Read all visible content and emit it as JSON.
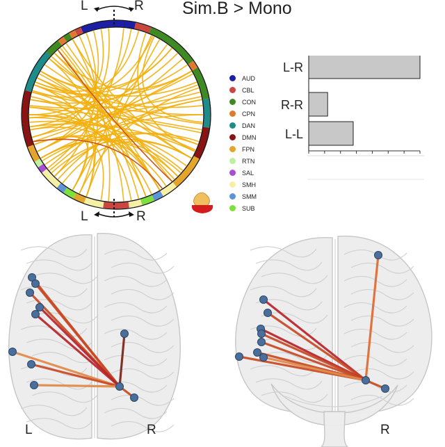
{
  "title": "Sim.B > Mono",
  "circle": {
    "top_left_label": "L",
    "top_right_label": "R",
    "bottom_left_label": "L",
    "bottom_right_label": "R"
  },
  "legend": [
    {
      "label": "AUD",
      "color": "#1c1fa6"
    },
    {
      "label": "CBL",
      "color": "#c9473f"
    },
    {
      "label": "CON",
      "color": "#3f8a22"
    },
    {
      "label": "CPN",
      "color": "#e07a33"
    },
    {
      "label": "DAN",
      "color": "#1f8c8c"
    },
    {
      "label": "DMN",
      "color": "#8a1414"
    },
    {
      "label": "FPN",
      "color": "#e3a52c"
    },
    {
      "label": "RTN",
      "color": "#bdf0a0"
    },
    {
      "label": "SAL",
      "color": "#a84dd6"
    },
    {
      "label": "SMH",
      "color": "#f6efa6"
    },
    {
      "label": "SMM",
      "color": "#5e93d6"
    },
    {
      "label": "SUB",
      "color": "#7ee03c"
    }
  ],
  "colors": {
    "edge": "#f2b010",
    "edge_dark": "#c8551a",
    "bar_fill": "#c8c8c8",
    "node": "#4b6f9b"
  },
  "chart_data": {
    "type": "bar",
    "orientation": "horizontal",
    "categories": [
      "L-R",
      "R-R",
      "L-L"
    ],
    "values": [
      100,
      17,
      40
    ],
    "xlim": [
      0,
      100
    ],
    "grid": false
  },
  "brains": {
    "axial": {
      "left_label": "L",
      "right_label": "R"
    },
    "coronal": {
      "right_label": "R"
    }
  }
}
